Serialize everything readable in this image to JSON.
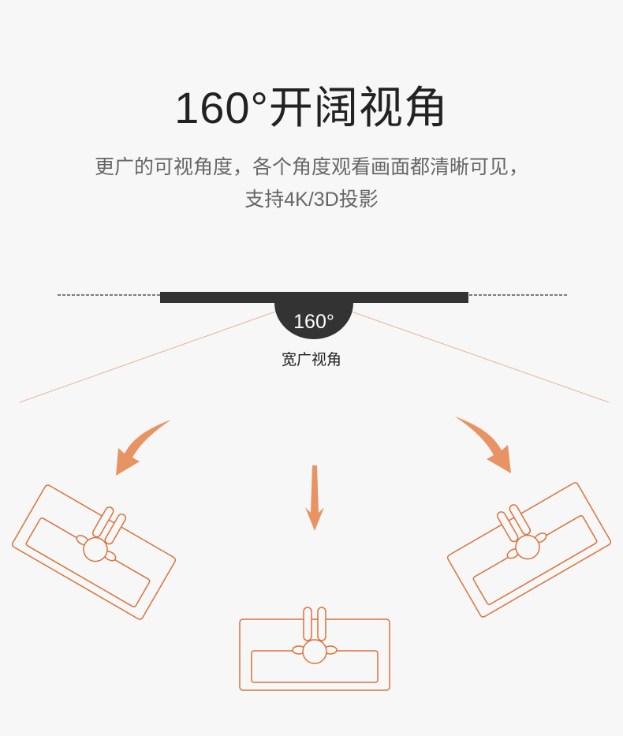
{
  "title": "160°开阔视角",
  "subtitle_line1": "更广的可视角度，各个角度观看画面都清晰可见，",
  "subtitle_line2": "支持4K/3D投影",
  "badge_text": "160°",
  "view_label": "宽广视角",
  "colors": {
    "accent": "#e89363",
    "seat_stroke": "#d9733a",
    "screen": "#333333",
    "text_dark": "#222222",
    "text_gray": "#666666"
  }
}
